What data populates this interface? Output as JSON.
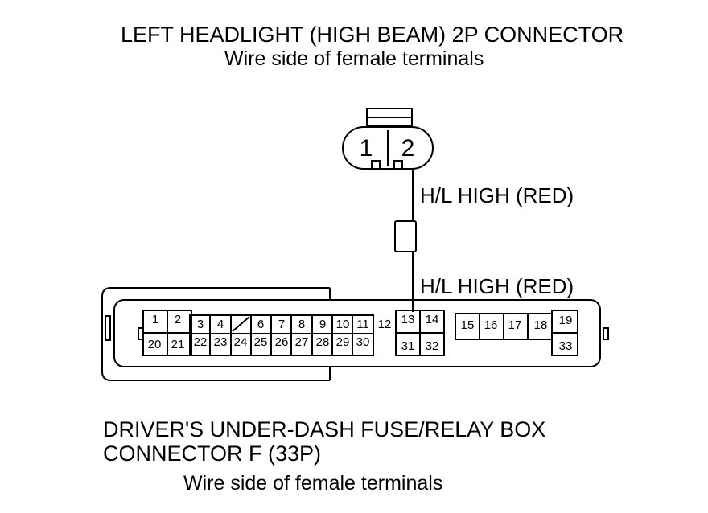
{
  "headlight_connector": {
    "title": "LEFT HEADLIGHT (HIGH BEAM) 2P CONNECTOR",
    "subtitle": "Wire side of female terminals",
    "terminals": [
      "1",
      "2"
    ]
  },
  "wire_labels": {
    "upper": "H/L HIGH (RED)",
    "lower": "H/L HIGH (RED)"
  },
  "fuse_box_connector": {
    "title_line1": "DRIVER'S UNDER-DASH FUSE/RELAY BOX",
    "title_line2": "CONNECTOR F (33P)",
    "subtitle": "Wire side of female terminals",
    "terminals_row1": [
      "1",
      "2",
      "3",
      "4",
      "",
      "6",
      "7",
      "8",
      "9",
      "10",
      "11",
      "12",
      "13",
      "14",
      "15",
      "16",
      "17",
      "18",
      "19"
    ],
    "terminals_row2": [
      "20",
      "21",
      "22",
      "23",
      "24",
      "25",
      "26",
      "27",
      "28",
      "29",
      "30",
      "31",
      "32",
      "33"
    ],
    "connected_terminal": "13"
  }
}
